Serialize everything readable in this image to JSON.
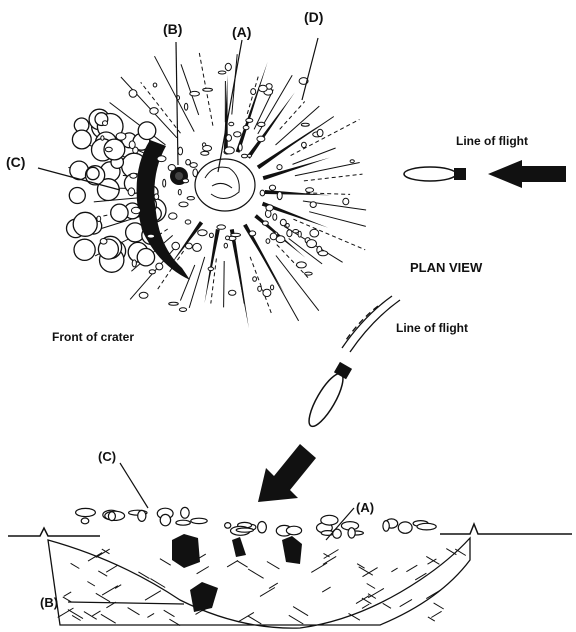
{
  "plan_view": {
    "label_a": "(A)",
    "label_b": "(B)",
    "label_c": "(C)",
    "label_d": "(D)",
    "line_of_flight": "Line of flight",
    "title": "PLAN VIEW",
    "front_of_crater": "Front of crater"
  },
  "section_view": {
    "line_of_flight": "Line of flight",
    "label_a": "(A)",
    "label_b": "(B)",
    "label_c": "(C)"
  },
  "colors": {
    "ink": "#111111",
    "paper": "#ffffff"
  },
  "icons": [
    "bomb-icon",
    "arrow-icon"
  ]
}
